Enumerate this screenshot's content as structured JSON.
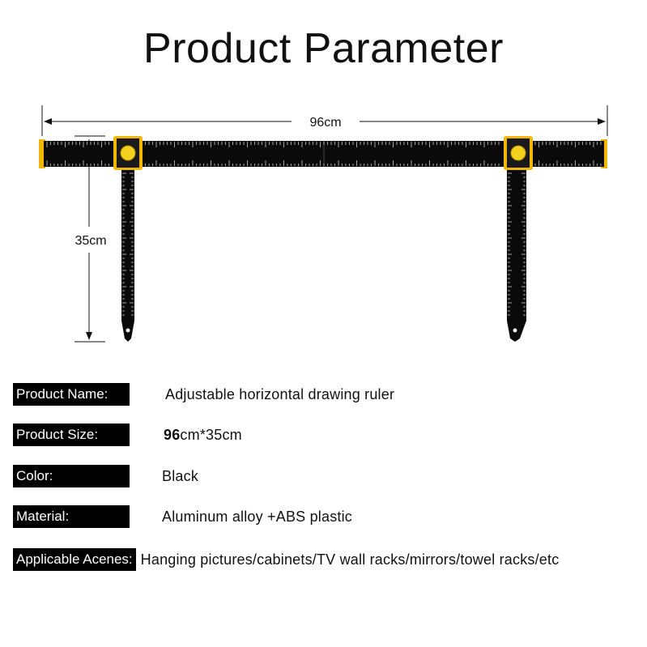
{
  "title": "Product Parameter",
  "figure": {
    "width_label": "96cm",
    "height_label": "35cm",
    "colors": {
      "ruler": "#0a0a0a",
      "accent": "#f2b705",
      "marking": "#e8e8e8"
    }
  },
  "specs": [
    {
      "label": "Product Name:",
      "value": "Adjustable horizontal drawing ruler"
    },
    {
      "label": "Product Size:",
      "value_bold": "96",
      "value": "cm*35cm"
    },
    {
      "label": "Color:",
      "value": "Black"
    },
    {
      "label": "Material:",
      "value": "Aluminum alloy +ABS plastic"
    },
    {
      "label": "Applicable Acenes:",
      "value": "Hanging pictures/cabinets/TV wall racks/mirrors/towel racks/etc"
    }
  ]
}
